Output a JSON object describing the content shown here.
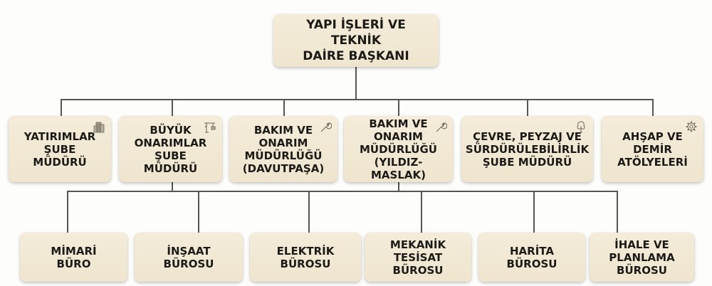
{
  "top": {
    "label": "YAPI İŞLERİ VE TEKNİK\nDAİRE BAŞKANI"
  },
  "level1": [
    {
      "label": "YATIRIMLAR\nŞUBE MÜDÜRÜ",
      "icon": "building-icon"
    },
    {
      "label": "BÜYÜK\nONARIMLAR\nŞUBE MÜDÜRÜ",
      "icon": "crane-icon"
    },
    {
      "label": "BAKIM VE\nONARIM\nMÜDÜRLÜĞÜ\n(DAVUTPAŞA)",
      "icon": "wrench-icon"
    },
    {
      "label": "BAKIM VE\nONARIM\nMÜDÜRLÜĞÜ\n(YILDIZ-MASLAK)",
      "icon": "wrench-icon"
    },
    {
      "label": "ÇEVRE, PEYZAJ VE\nSÜRDÜRÜLEBİLİRLİK\nŞUBE MÜDÜRÜ",
      "icon": "tree-icon"
    },
    {
      "label": "AHŞAP VE\nDEMİR\nATÖLYELERİ",
      "icon": "gear-icon"
    }
  ],
  "level2": [
    {
      "label": "MİMARİ\nBÜRO"
    },
    {
      "label": "İNŞAAT\nBÜROSU"
    },
    {
      "label": "ELEKTRİK\nBÜROSU"
    },
    {
      "label": "MEKANİK\nTESİSAT\nBÜROSU"
    },
    {
      "label": "HARİTA\nBÜROSU"
    },
    {
      "label": "İHALE VE\nPLANLAMA\nBÜROSU"
    }
  ],
  "colors": {
    "box": "#f2e9d5",
    "line": "#555555",
    "text": "#1c1a17"
  }
}
